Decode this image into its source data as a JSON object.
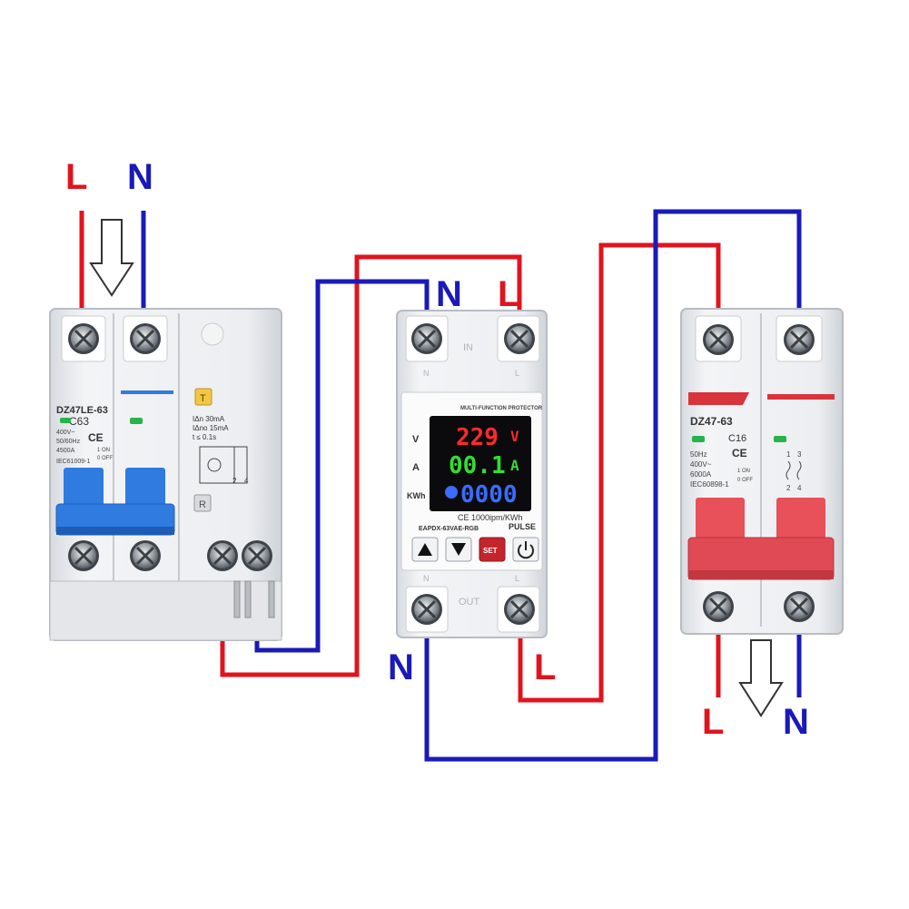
{
  "colors": {
    "live": "#e0141e",
    "neutral": "#1a1ab8",
    "display_red": "#ff2a2a",
    "display_green": "#33dd33",
    "display_blue": "#3a6cff",
    "breaker_blue": "#2f7be0",
    "breaker_red": "#e8505a"
  },
  "icons": [
    "down-arrow-icon",
    "screw-terminal-icon",
    "ce-mark-icon",
    "power-icon",
    "up-triangle-icon",
    "down-triangle-icon"
  ],
  "rcbo": {
    "model": "DZ47LE-63",
    "rating": "C63",
    "ce": "CE",
    "spec1": "400V~",
    "spec2": "50/60Hz",
    "spec3": "4500A",
    "std": "IEC61009-1",
    "on": "1 ON",
    "off": "0 OFF",
    "test_t": "T",
    "test_r": "R",
    "rc1": "IΔn  30mA",
    "rc2": "IΔno 15mA",
    "rc3": "t ≤ 0.1s",
    "term_2": "2",
    "term_4": "4"
  },
  "protector": {
    "header": "MULTI-FUNCTION PROTECTOR",
    "in_label": "IN",
    "out_label": "OUT",
    "top_n": "N",
    "top_l": "L",
    "bot_n": "N",
    "bot_l": "L",
    "row_v": "V",
    "row_a": "A",
    "row_kwh": "KWh",
    "volt_value": "229",
    "volt_unit": "V",
    "amp_value": "00.1",
    "amp_unit": "A",
    "kwh_value": "0000",
    "ce_text": "CE 1000ipm/KWh",
    "model": "EAPDX-63VAE-RGB",
    "pulse": "PULSE",
    "set_button": "SET"
  },
  "mcb": {
    "model": "DZ47-63",
    "rating": "C16",
    "ce": "CE",
    "spec1": "50Hz",
    "spec2": "400V~",
    "spec3": "6000A",
    "std": "IEC60898-1",
    "on": "1 ON",
    "off": "0 OFF",
    "t1": "1",
    "t3": "3",
    "t2": "2",
    "t4": "4"
  },
  "labels": {
    "in_l": "L",
    "in_n": "N",
    "prot_in_n": "N",
    "prot_in_l": "L",
    "prot_out_n": "N",
    "prot_out_l": "L",
    "out_l": "L",
    "out_n": "N"
  }
}
